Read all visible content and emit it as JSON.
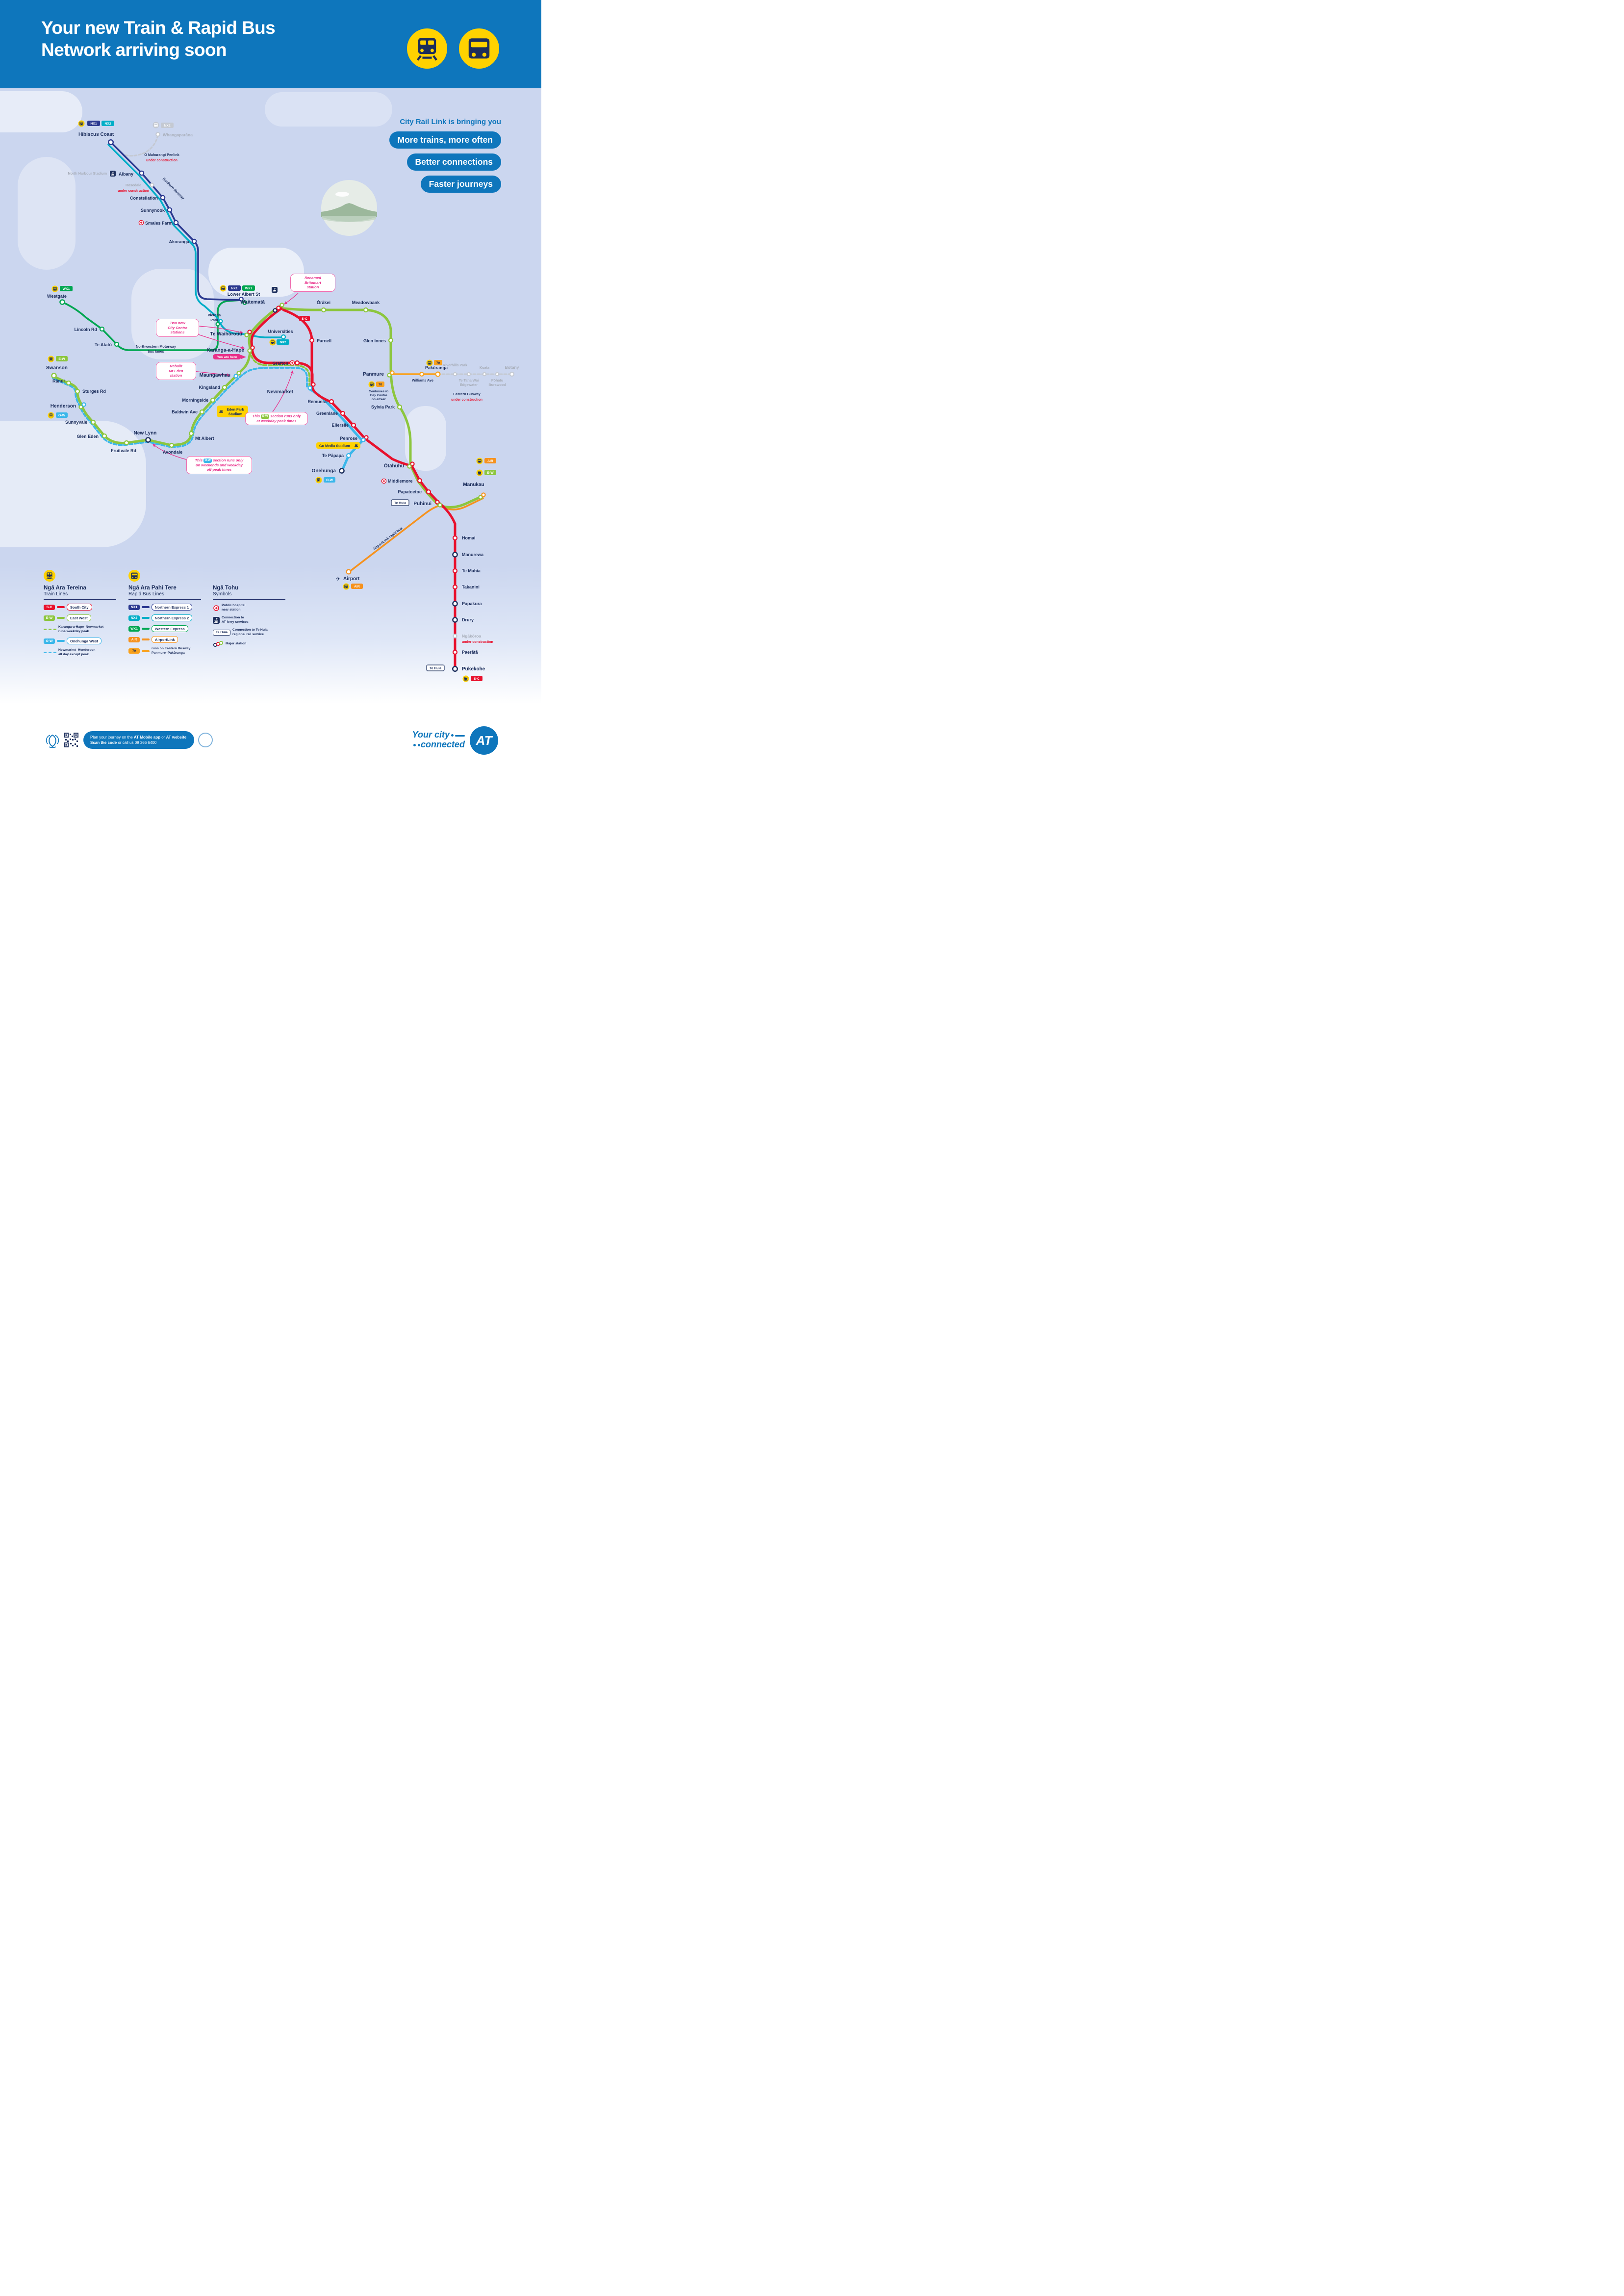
{
  "header": {
    "line1": "Your new Train & Rapid Bus",
    "line2": "Network arriving soon"
  },
  "crl": {
    "intro": "City Rail Link is bringing you",
    "banner1": "More trains, more often",
    "banner2": "Better connections",
    "banner3": "Faster journeys"
  },
  "badges": {
    "nx1": "NX1",
    "nx2": "NX2",
    "wx1": "WX1",
    "ew": "E-W",
    "ow": "O-W",
    "sc": "S-C",
    "air": "AIR",
    "seventy": "70",
    "te_huia": "Te Huia"
  },
  "icons": {
    "plane": "✈"
  },
  "stations": {
    "hibiscus": "Hibiscus Coast",
    "whangaparaoa": "Whangaparāoa",
    "albany": "Albany",
    "rosedale": "Rosedale",
    "constellation": "Constellation",
    "sunnynook": "Sunnynook",
    "smales": "Smales Farm",
    "akoranga": "Akoranga",
    "westgate": "Westgate",
    "lincoln": "Lincoln Rd",
    "te_atatu": "Te Atatū",
    "lower_albert": "Lower Albert St",
    "universities": "Universities",
    "waitemata": "Waitematā",
    "te_waihorotiu": "Te Waihorotiu",
    "karanga": "Karanga-a-Hape",
    "maungawhau": "Maungawhau",
    "grafton": "Grafton",
    "parnell": "Parnell",
    "orakei": "Ōrākei",
    "meadowbank": "Meadowbank",
    "glen_innes": "Glen Innes",
    "panmure": "Panmure",
    "sylvia": "Sylvia Park",
    "williams": "Williams Ave",
    "pakuranga": "Pakūranga",
    "riverhills": "Riverhills Park",
    "koata": "Koata",
    "botany": "Botany",
    "te_taha_wai": "Te Taha Wai",
    "edgewater": "Edgewater",
    "pohatu": "Pōhatu",
    "burswood": "Burswood",
    "newmarket": "Newmarket",
    "remuera": "Remuera",
    "greenlane": "Greenlane",
    "ellerslie": "Ellerslie",
    "penrose": "Penrose",
    "te_papapa": "Te Pāpapa",
    "onehunga": "Onehunga",
    "otahuhu": "Ōtāhuhu",
    "middlemore": "Middlemore",
    "papatoetoe": "Papatoetoe",
    "puhinui": "Puhinui",
    "manukau": "Manukau",
    "airport": "Airport",
    "homai": "Homai",
    "manurewa": "Manurewa",
    "te_mahia": "Te Mahia",
    "takanini": "Takanini",
    "papakura": "Papakura",
    "drury": "Drury",
    "ngakoroa": "Ngākōroa",
    "paerata": "Paerātā",
    "pukekohe": "Pukekohe",
    "swanson": "Swanson",
    "ranui": "Rānui",
    "sturges": "Sturges Rd",
    "henderson": "Henderson",
    "sunnyvale": "Sunnyvale",
    "glen_eden": "Glen Eden",
    "fruitvale": "Fruitvale Rd",
    "new_lynn": "New Lynn",
    "avondale": "Avondale",
    "mt_albert": "Mt Albert",
    "baldwin": "Baldwin Ave",
    "morningside": "Morningside",
    "kingsland": "Kingsland"
  },
  "labels": {
    "northern_busway": "Northern Busway",
    "nw_motorway": "Northwestern Motorway",
    "bus_lanes": "bus lanes",
    "airportlink": "AirportLink rapid bus",
    "penlink": "O Mahurangi Penlink",
    "uc": "under construction",
    "eastern_busway": "Eastern Busway",
    "you_are_here": "You are here",
    "eden_park1": "Eden Park",
    "eden_park2": "Stadium",
    "go_media": "Go Media Stadium",
    "north_harbour": "North Harbour Stadium",
    "victoria1": "Victoria",
    "victoria2": "Park"
  },
  "callouts": {
    "britomart": [
      "Renamed",
      "Britomart",
      "station"
    ],
    "city_centre": [
      "Two new",
      "City Centre",
      "stations"
    ],
    "mt_eden": [
      "Rebuilt",
      "Mt Eden",
      "station"
    ],
    "ew_pre": "This",
    "ew_post": "section runs only",
    "ew_line2": "at weekday peak times",
    "ow_pre": "This",
    "ow_post": "section runs only",
    "ow_line2": "on weekends and weekday",
    "ow_line3": "off-peak times",
    "panmure": [
      "Continues to",
      "City Centre",
      "on-street"
    ]
  },
  "legend": {
    "train": {
      "mi": "Ngā Ara Tereina",
      "en": "Train Lines",
      "sc": "South City",
      "ew": "East West",
      "kn1": "Karanga-a-Hape–Newmarket",
      "kn2": "runs weekday peak",
      "ow": "Onehunga West",
      "nh1": "Newmarket–Henderson",
      "nh2": "all day except peak"
    },
    "bus": {
      "mi": "Ngā Ara Pahi Tere",
      "en": "Rapid Bus Lines",
      "nx1": "Northern Express 1",
      "nx2": "Northern Express 2",
      "wx1": "Western Express",
      "air": "AirportLink",
      "b70a": "runs on Eastern Busway",
      "b70b": "Panmure–Pakūranga"
    },
    "symbols": {
      "mi": "Ngā Tohu",
      "en": "Symbols",
      "hospital1": "Public hospital",
      "hospital2": "near station",
      "ferry1": "Connection to",
      "ferry2": "AT ferry services",
      "tehuia1": "Connection to Te Huia",
      "tehuia2": "regional rail service",
      "major": "Major station"
    }
  },
  "footer": {
    "plan_pre": "Plan your journey on the ",
    "plan_b1": "AT Mobile app",
    "plan_mid": " or ",
    "plan_b2": "AT website",
    "scan_b": "Scan the code",
    "scan_rest": " or call us 09 366 6400",
    "your_city": "Your city",
    "connected": "connected",
    "at": "AT"
  }
}
